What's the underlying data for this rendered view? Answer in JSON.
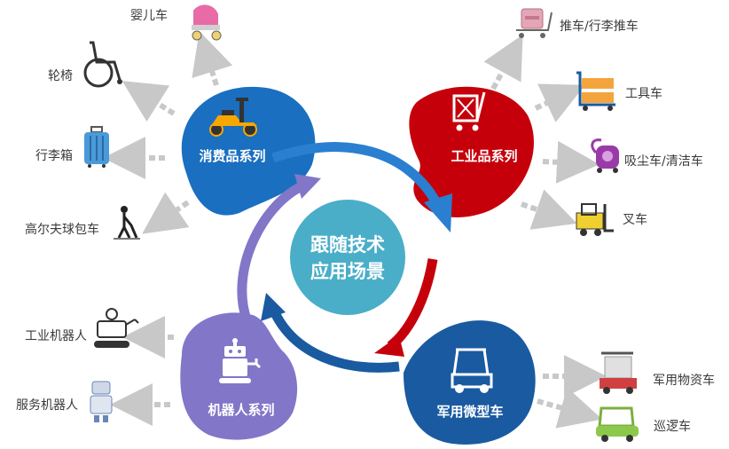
{
  "center": {
    "line1": "跟随技术",
    "line2": "应用场景"
  },
  "categories": {
    "consumer": {
      "label": "消费品系列",
      "color": "#1a6fc0",
      "icon": "scooter-icon"
    },
    "industrial": {
      "label": "工业品系列",
      "color": "#c6000b",
      "icon": "cart-icon"
    },
    "robot": {
      "label": "机器人系列",
      "color": "#8276c8",
      "icon": "robot-icon"
    },
    "military": {
      "label": "军用微型车",
      "color": "#1a5aa0",
      "icon": "golf-cart-icon"
    }
  },
  "items": {
    "consumer": [
      "婴儿车",
      "轮椅",
      "行李箱",
      "高尔夫球包车"
    ],
    "industrial": [
      "推车/行李推车",
      "工具车",
      "吸尘车/清洁车",
      "叉车"
    ],
    "robot": [
      "工业机器人",
      "服务机器人"
    ],
    "military": [
      "军用物资车",
      "巡逻车"
    ]
  },
  "colors": {
    "center": "#4aaec8",
    "arrow": "#c8c8c8"
  }
}
